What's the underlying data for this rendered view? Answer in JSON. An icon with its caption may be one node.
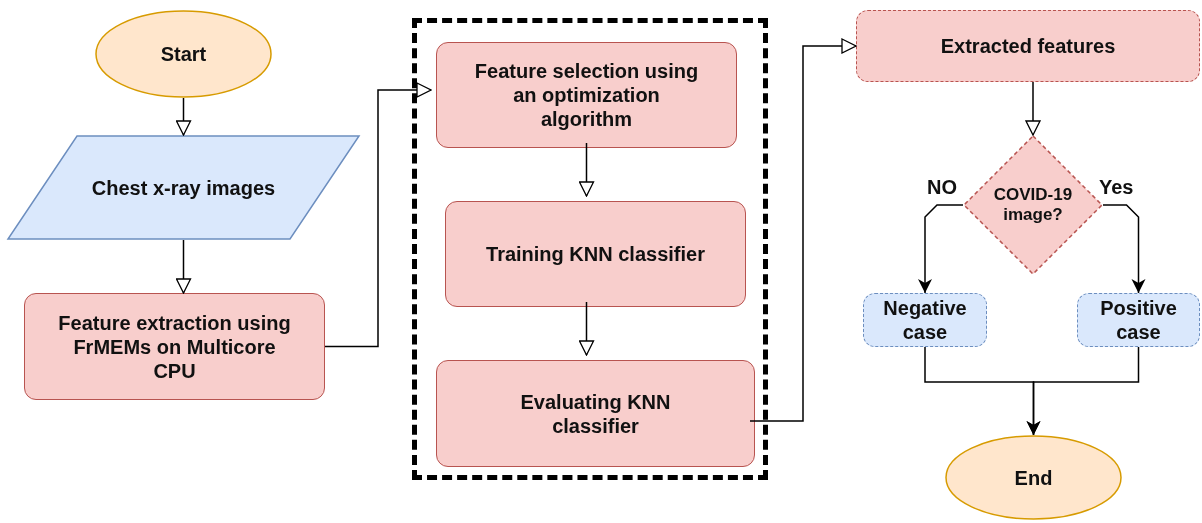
{
  "diagram": {
    "nodes": [
      {
        "text": [
          "Start"
        ]
      },
      {
        "text": [
          "Chest x-ray images"
        ]
      },
      {
        "text": [
          "Feature extraction using FrMEMs on Multicore CPU"
        ]
      },
      {
        "text": [],
        "shape": "box"
      },
      {
        "text": [
          "Feature selection using an optimization algorithm"
        ],
        "in": 3
      },
      {
        "text": [
          "Training KNN classifier"
        ],
        "in": 3
      },
      {
        "text": [
          "Evaluating KNN classifier"
        ],
        "in": 3
      },
      {
        "text": [
          "Extracted features"
        ]
      },
      {
        "text": [
          "COVID-19 image?"
        ]
      },
      {
        "text": [
          "Negative case"
        ]
      },
      {
        "text": [
          "Positive case"
        ]
      },
      {
        "text": [
          "End"
        ]
      }
    ],
    "edges": [
      {
        "from": 0,
        "to": 1,
        "arrow": "to"
      },
      {
        "from": 1,
        "to": 2,
        "arrow": "to"
      },
      {
        "from": 2,
        "to": 4,
        "arrow": "to"
      },
      {
        "from": 4,
        "to": 5,
        "arrow": "to"
      },
      {
        "from": 5,
        "to": 6,
        "arrow": "to"
      },
      {
        "from": 6,
        "to": 7,
        "arrow": "to"
      },
      {
        "from": 7,
        "to": 8,
        "arrow": "to"
      },
      {
        "from": 8,
        "to": 9,
        "arrow": "to",
        "label": "NO"
      },
      {
        "from": 8,
        "to": 10,
        "arrow": "to",
        "label": "Yes"
      },
      {
        "from": 9,
        "to": 11,
        "arrow": "to"
      },
      {
        "from": 10,
        "to": 11,
        "arrow": "to"
      }
    ]
  }
}
